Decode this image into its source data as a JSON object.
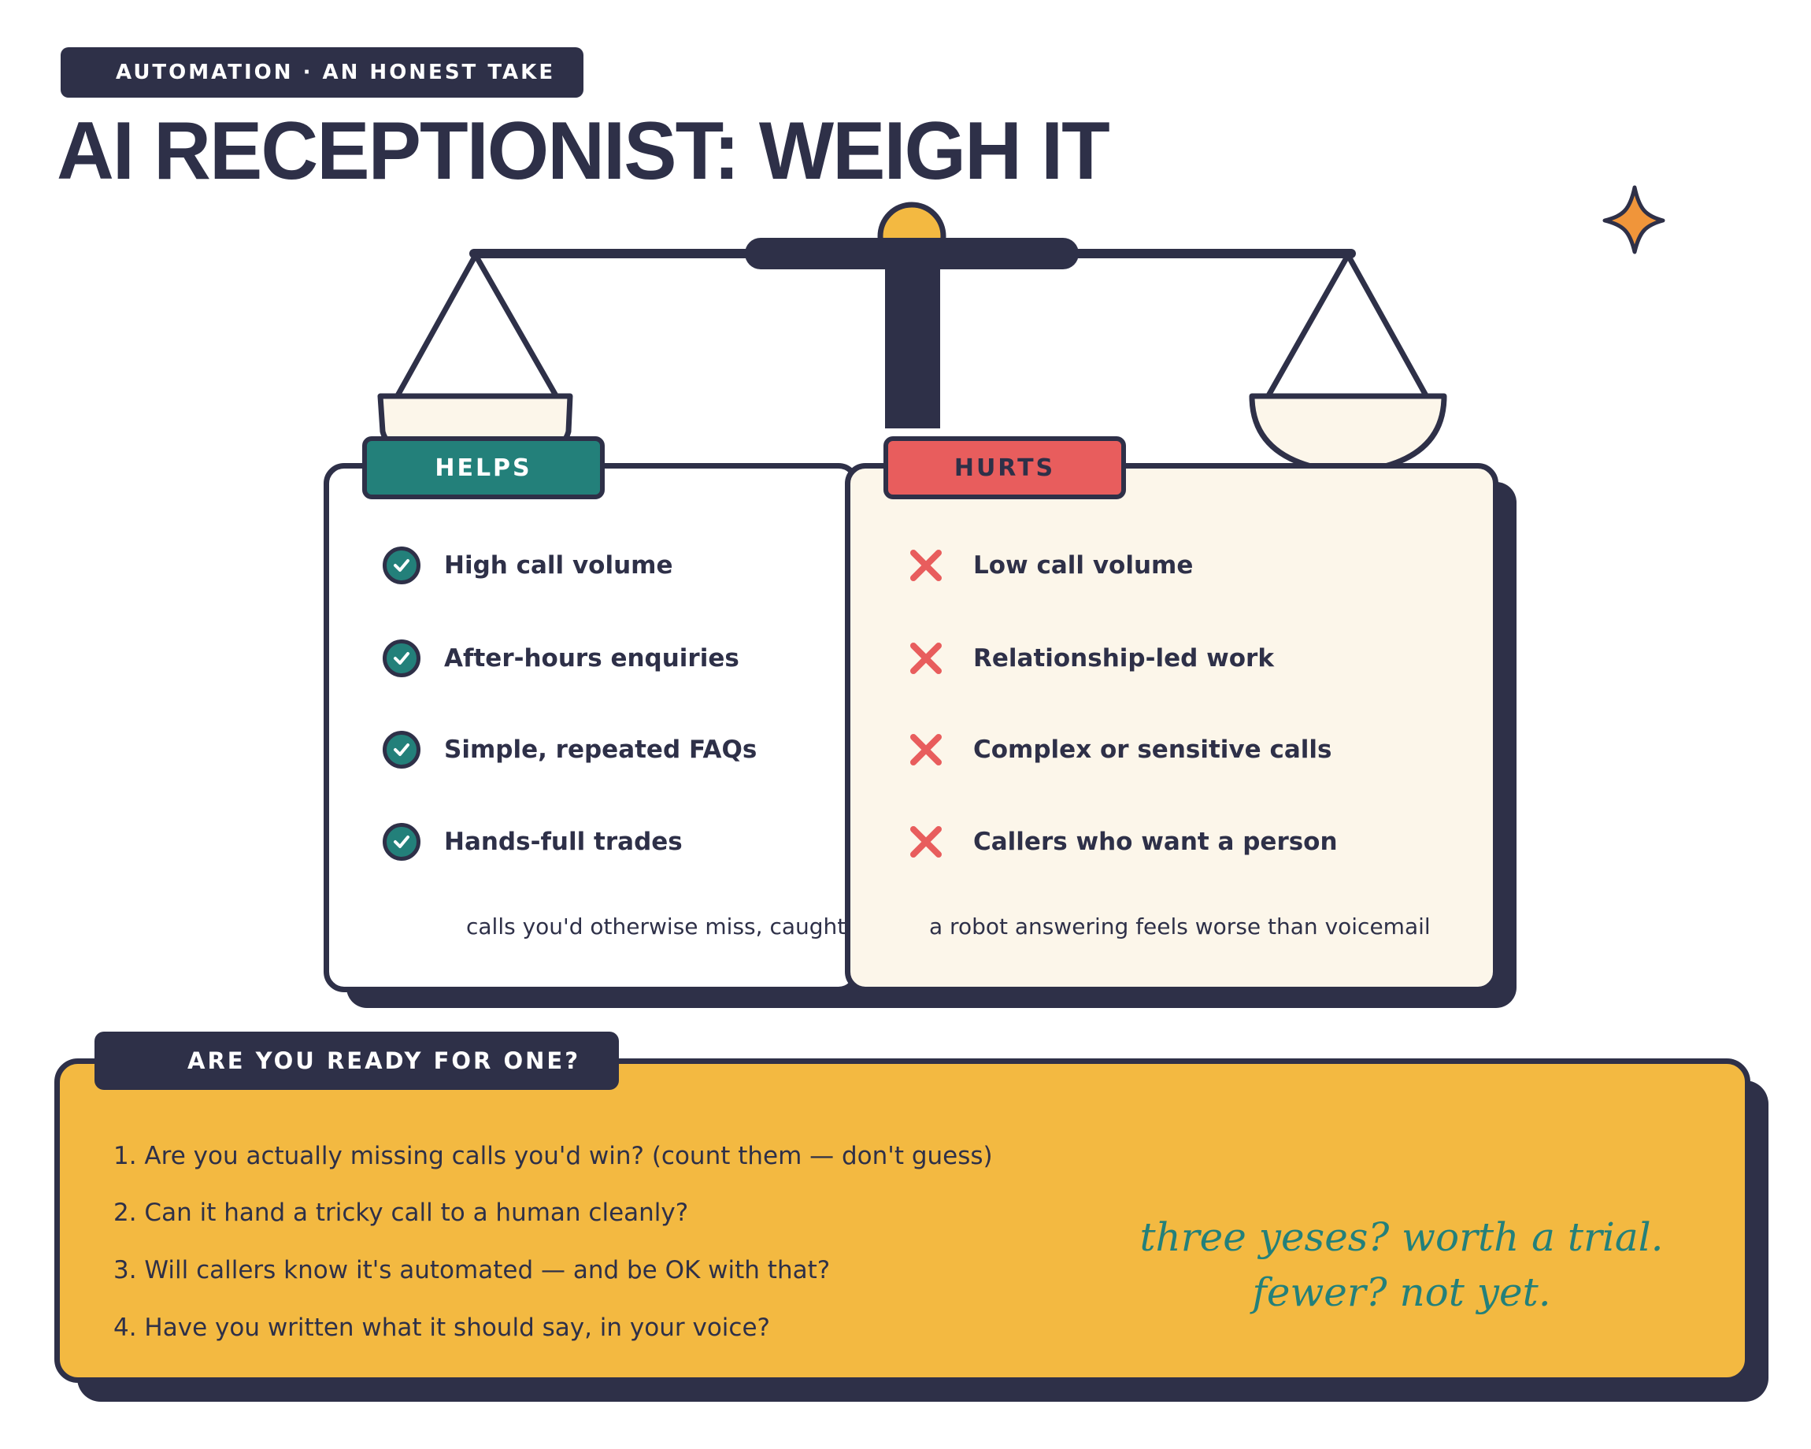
{
  "header": {
    "eyebrow": "AUTOMATION · AN HONEST TAKE",
    "title": "AI RECEPTIONIST: WEIGH IT"
  },
  "colors": {
    "navy": "#2e3048",
    "teal": "#23807a",
    "red": "#e85d5d",
    "mustard": "#f3b941",
    "cream": "#fcf6ea",
    "orange_star": "#f0953a"
  },
  "icons": {
    "helps_item": "check-circle-icon",
    "hurts_item": "x-icon",
    "decoration": "sparkle-star-icon",
    "illustration": "balance-scale-icon"
  },
  "helps": {
    "label": "HELPS",
    "items": [
      "High call volume",
      "After-hours enquiries",
      "Simple, repeated FAQs",
      "Hands-full trades"
    ],
    "note": "calls you'd otherwise miss, caught"
  },
  "hurts": {
    "label": "HURTS",
    "items": [
      "Low call volume",
      "Relationship-led work",
      "Complex or sensitive calls",
      "Callers who want a person"
    ],
    "note": "a robot answering feels worse than voicemail"
  },
  "readiness": {
    "label": "ARE YOU READY FOR ONE?",
    "questions": [
      "1. Are you actually missing calls you'd win? (count them — don't guess)",
      "2. Can it hand a tricky call to a human cleanly?",
      "3. Will callers know it's automated — and be OK with that?",
      "4. Have you written what it should say, in your voice?"
    ],
    "verdict_line1": "three yeses? worth a trial.",
    "verdict_line2": "fewer? not yet."
  }
}
